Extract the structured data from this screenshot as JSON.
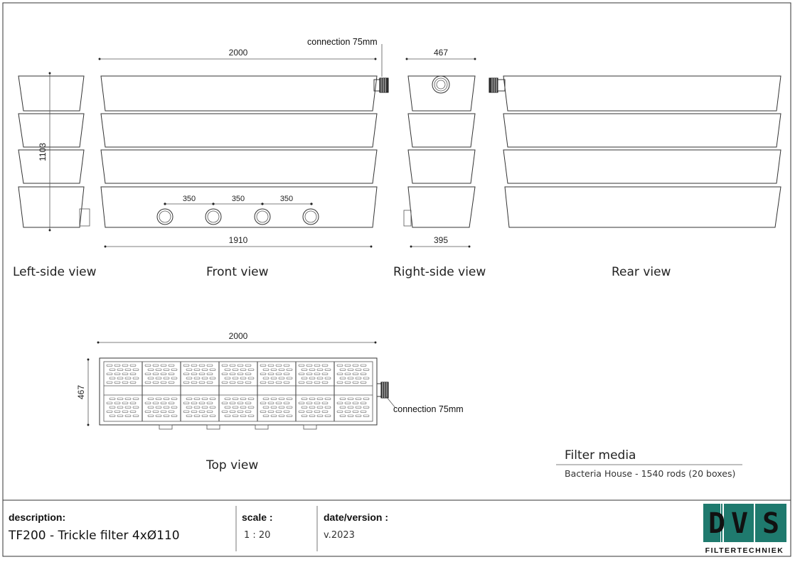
{
  "callouts": {
    "connection_front": "connection 75mm",
    "connection_top": "connection 75mm"
  },
  "dimensions": {
    "front_width_top": "2000",
    "front_width_bottom": "1910",
    "spacing_1": "350",
    "spacing_2": "350",
    "spacing_3": "350",
    "height": "1103",
    "side_width_top": "467",
    "side_width_bottom": "395",
    "top_width": "2000",
    "top_depth": "467"
  },
  "views": {
    "left": "Left-side view",
    "front": "Front view",
    "right": "Right-side view",
    "rear": "Rear view",
    "top": "Top view"
  },
  "filter_media": {
    "title": "Filter media",
    "line": "Bacteria House - 1540 rods (20 boxes)"
  },
  "title_block": {
    "description_label": "description:",
    "description_value": "TF200 - Trickle filter 4xØ110",
    "scale_label": "scale :",
    "scale_value": "1 : 20",
    "date_label": "date/version :",
    "date_value": "v.2023"
  },
  "logo": {
    "letters": "DVS",
    "subtitle": "FILTERTECHNIEK",
    "color": "#1f7a6e"
  }
}
